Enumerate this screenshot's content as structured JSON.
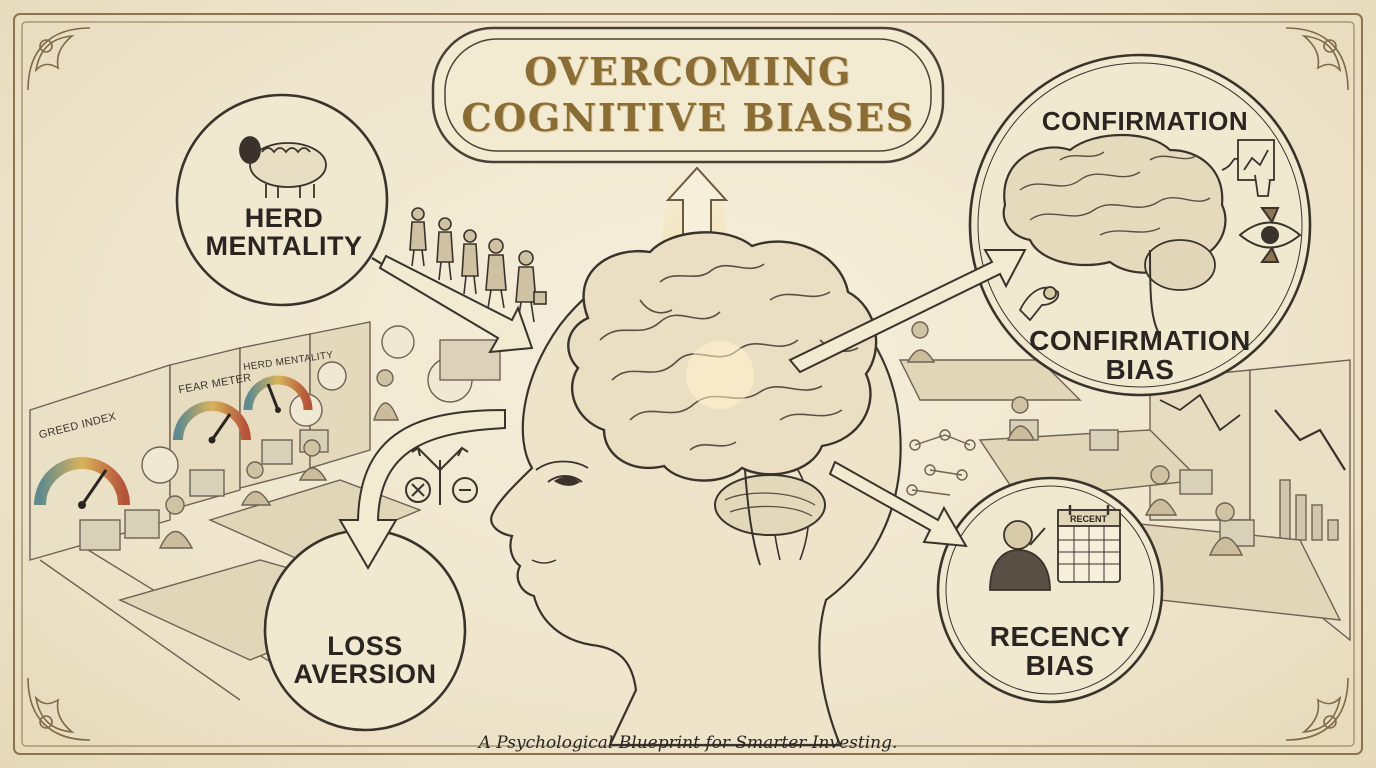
{
  "title": {
    "line1": "OVERCOMING",
    "line2": "COGNITIVE BIASES"
  },
  "subtitle": "A Psychological Blueprint for Smarter Investing.",
  "biases": {
    "herd": {
      "line1": "HERD",
      "line2": "MENTALITY"
    },
    "loss": {
      "line1": "LOSS",
      "line2": "AVERSION"
    },
    "confirmation_header": "CONFIRMATION",
    "confirmation": {
      "line1": "CONFIRMATION",
      "line2": "BIAS"
    },
    "recency": {
      "line1": "RECENCY",
      "line2": "BIAS"
    }
  },
  "gauges": {
    "greed": "GREED INDEX",
    "fear": "FEAR METER",
    "herd": "HERD MENTALITY"
  },
  "calendar_label": "RECENT",
  "colors": {
    "ink": "#2a2521",
    "gold": "#8a6c35",
    "parchment": "#efe6cf"
  }
}
